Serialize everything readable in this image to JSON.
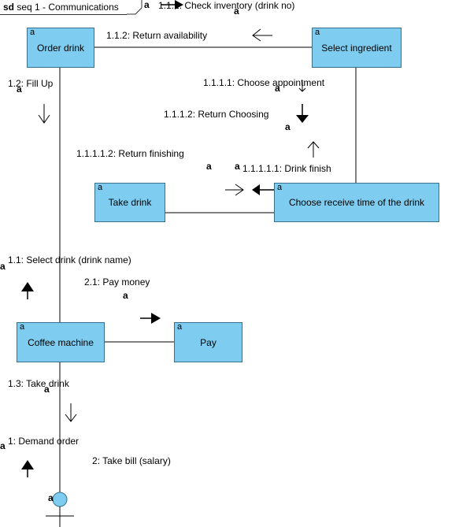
{
  "frame": {
    "kind": "sd",
    "name": "seq 1 - Communications"
  },
  "nodes": {
    "order_drink": {
      "tag": "a",
      "label": "Order drink"
    },
    "select_ingredient": {
      "tag": "a",
      "label": "Select ingredient"
    },
    "take_drink": {
      "tag": "a",
      "label": "Take drink"
    },
    "choose_time": {
      "tag": "a",
      "label": "Choose receive time of the drink"
    },
    "coffee_machine": {
      "tag": "a",
      "label": "Coffee machine"
    },
    "pay": {
      "tag": "a",
      "label": "Pay"
    },
    "actor": {
      "tag": "a"
    }
  },
  "messages": {
    "m_1_1_1": "1.1.1: Check inventory (drink no)",
    "m_1_1_2": "1.1.2: Return availability",
    "m_1_2": "1.2: Fill Up",
    "m_1_1_1_1": "1.1.1.1: Choose appointment",
    "m_1_1_1_2": "1.1.1.2: Return Choosing",
    "m_1_1_1_1_2": "1.1.1.1.2: Return finishing",
    "m_1_1_1_1_1": "1.1.1.1.1: Drink finish",
    "m_1_1": "1.1: Select drink (drink name)",
    "m_2_1": "2.1: Pay money",
    "m_1_3": "1.3: Take drink",
    "m_1": "1: Demand order",
    "m_2": "2: Take bill (salary)"
  },
  "marker": "a",
  "colors": {
    "node_fill": "#7ecdf0",
    "node_border": "#36708c",
    "line": "#000000"
  }
}
